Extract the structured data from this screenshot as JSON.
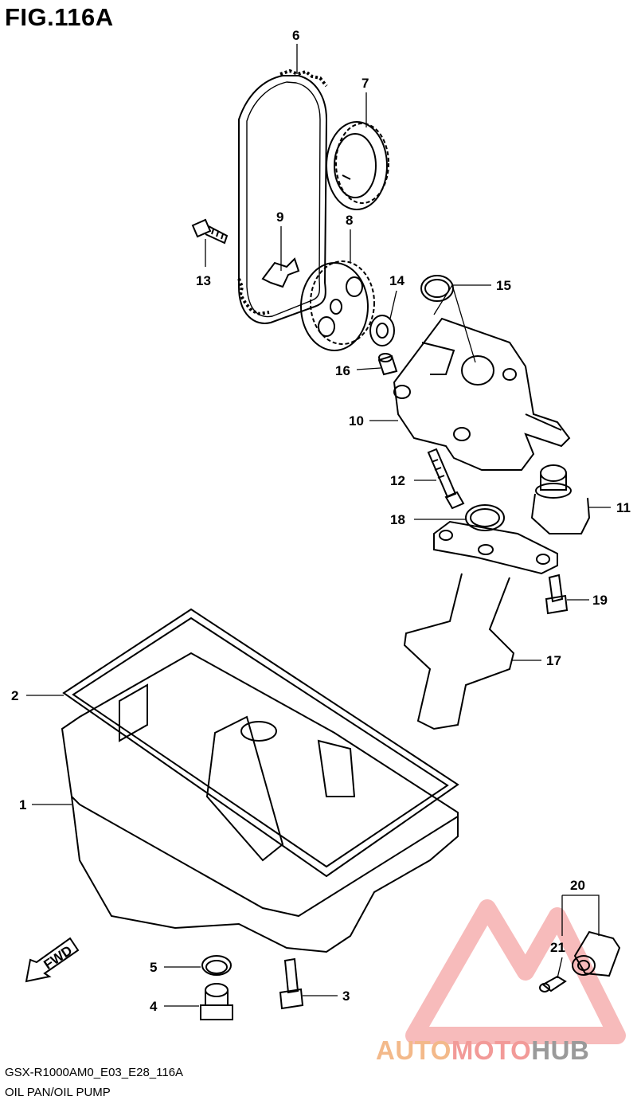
{
  "figure": {
    "title": "FIG.116A",
    "code": "GSX-R1000AM0_E03_E28_116A",
    "name": "OIL PAN/OIL PUMP"
  },
  "parts": [
    {
      "id": "1",
      "label": "1"
    },
    {
      "id": "2",
      "label": "2"
    },
    {
      "id": "3",
      "label": "3"
    },
    {
      "id": "4",
      "label": "4"
    },
    {
      "id": "5",
      "label": "5"
    },
    {
      "id": "6",
      "label": "6"
    },
    {
      "id": "7",
      "label": "7"
    },
    {
      "id": "8",
      "label": "8"
    },
    {
      "id": "9",
      "label": "9"
    },
    {
      "id": "10",
      "label": "10"
    },
    {
      "id": "11",
      "label": "11"
    },
    {
      "id": "12",
      "label": "12"
    },
    {
      "id": "13",
      "label": "13"
    },
    {
      "id": "14",
      "label": "14"
    },
    {
      "id": "15",
      "label": "15"
    },
    {
      "id": "16",
      "label": "16"
    },
    {
      "id": "17",
      "label": "17"
    },
    {
      "id": "18",
      "label": "18"
    },
    {
      "id": "19",
      "label": "19"
    },
    {
      "id": "20",
      "label": "20"
    },
    {
      "id": "21",
      "label": "21"
    }
  ],
  "fwd_arrow": {
    "label": "FWD"
  },
  "watermark": {
    "part_a": "AUTO",
    "part_b": "MOTO",
    "part_c": "HUB",
    "colors": {
      "a": "#f3b98a",
      "b": "#f29a98",
      "c": "#9a9a9a"
    }
  }
}
